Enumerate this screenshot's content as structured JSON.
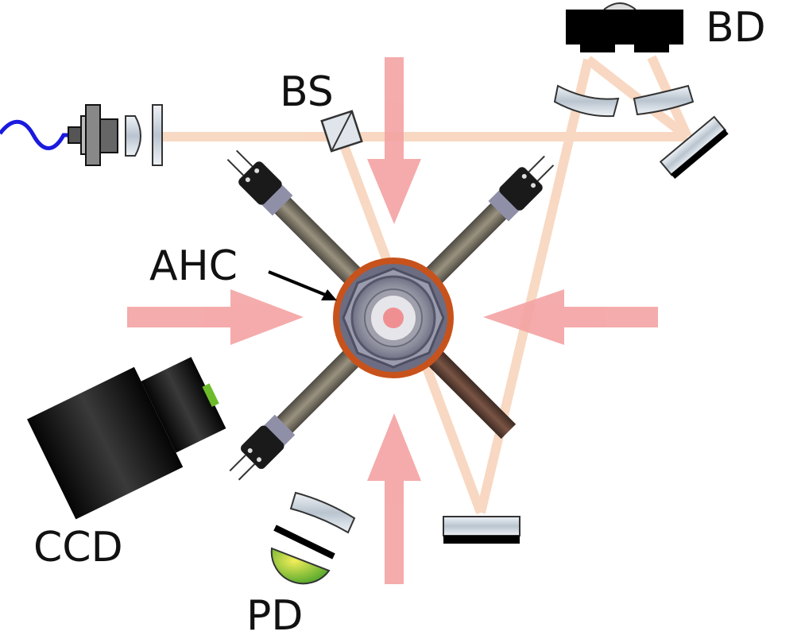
{
  "labels": {
    "bd": "BD",
    "bs": "BS",
    "ahc": "AHC",
    "ccd": "CCD",
    "pd": "PD"
  },
  "colors": {
    "cooling_beam": "#f4a3a3",
    "probe_beam": "#f7d2b8",
    "fiber": "#1a1adf",
    "chamber_ring": "#c8521c",
    "chamber_body": "#8e8fa3",
    "tube": "#6e6658",
    "tube_dark": "#5a3e34",
    "detector": "#6dbb2a",
    "optic_glass": "#c9d2dc",
    "black": "#000000"
  },
  "icons": [
    "fiber-coupler-icon",
    "lens-icon",
    "beam-splitter-icon",
    "mirror-icon",
    "photodiode-icon",
    "camera-icon",
    "vacuum-chamber-icon",
    "feedthrough-icon"
  ]
}
